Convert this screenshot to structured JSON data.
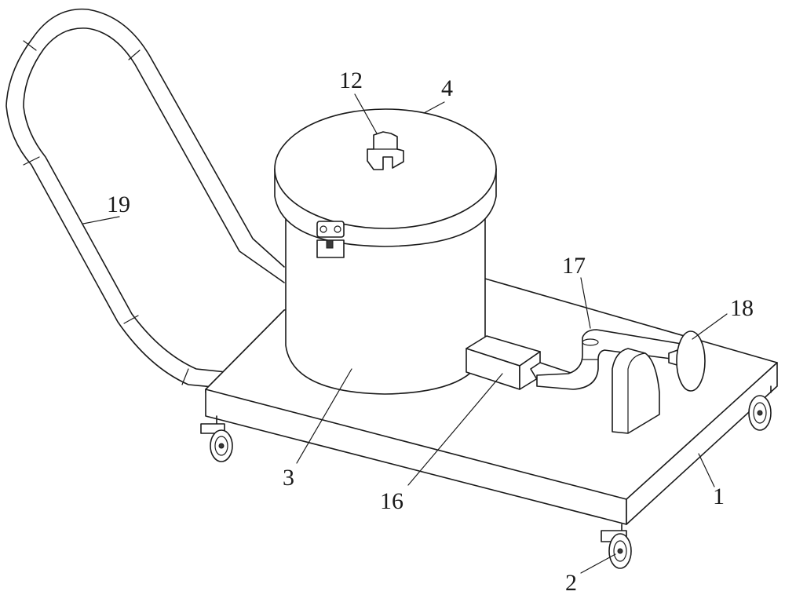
{
  "labels": {
    "platform": "1",
    "caster": "2",
    "bucket": "3",
    "lid": "4",
    "handle_knob": "12",
    "pump_box": "16",
    "pipe": "17",
    "nozzle": "18",
    "push_handle": "19"
  }
}
